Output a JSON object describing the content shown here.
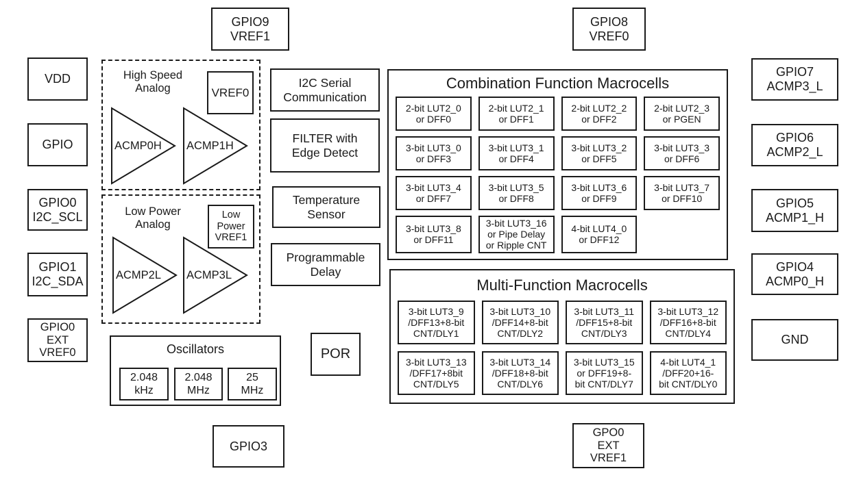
{
  "pins": {
    "top": [
      "GPIO9\nVREF1",
      "GPIO8\nVREF0"
    ],
    "left": [
      "VDD",
      "GPIO",
      "GPIO0\nI2C_SCL",
      "GPIO1\nI2C_SDA",
      "GPIO0\nEXT\nVREF0"
    ],
    "right": [
      "GPIO7\nACMP3_L",
      "GPIO6\nACMP2_L",
      "GPIO5\nACMP1_H",
      "GPIO4\nACMP0_H",
      "GND"
    ],
    "bottom": [
      "GPIO3",
      "GPO0\nEXT\nVREF1"
    ]
  },
  "analog": {
    "high_speed": {
      "label": "High Speed\nAnalog",
      "vref": "VREF0",
      "comparators": [
        "ACMP0H",
        "ACMP1H"
      ]
    },
    "low_power": {
      "label": "Low Power\nAnalog",
      "vref": "Low\nPower\nVREF1",
      "comparators": [
        "ACMP2L",
        "ACMP3L"
      ]
    }
  },
  "peripherals": {
    "i2c": "I2C Serial\nCommunication",
    "filter": "FILTER with\nEdge Detect",
    "temp_sensor": "Temperature\nSensor",
    "prog_delay": "Programmable\nDelay",
    "por": "POR"
  },
  "oscillators": {
    "title": "Oscillators",
    "items": [
      "2.048\nkHz",
      "2.048\nMHz",
      "25\nMHz"
    ]
  },
  "combination": {
    "title": "Combination Function Macrocells",
    "cells": [
      "2-bit LUT2_0\nor DFF0",
      "2-bit LUT2_1\nor DFF1",
      "2-bit LUT2_2\nor DFF2",
      "2-bit LUT2_3\nor PGEN",
      "3-bit LUT3_0\nor DFF3",
      "3-bit LUT3_1\nor DFF4",
      "3-bit LUT3_2\nor DFF5",
      "3-bit LUT3_3\nor DFF6",
      "3-bit LUT3_4\nor DFF7",
      "3-bit LUT3_5\nor DFF8",
      "3-bit LUT3_6\nor DFF9",
      "3-bit LUT3_7\nor DFF10",
      "3-bit LUT3_8\nor DFF11",
      "3-bit LUT3_16\nor Pipe Delay\nor Ripple CNT",
      "4-bit LUT4_0\nor DFF12"
    ]
  },
  "multi_function": {
    "title": "Multi-Function Macrocells",
    "cells": [
      "3-bit LUT3_9\n/DFF13+8-bit\nCNT/DLY1",
      "3-bit LUT3_10\n/DFF14+8-bit\nCNT/DLY2",
      "3-bit LUT3_11\n/DFF15+8-bit\nCNT/DLY3",
      "3-bit LUT3_12\n/DFF16+8-bit\nCNT/DLY4",
      "3-bit LUT3_13\n/DFF17+8bit\nCNT/DLY5",
      "3-bit LUT3_14\n/DFF18+8-bit\nCNT/DLY6",
      "3-bit LUT3_15\nor DFF19+8-\nbit CNT/DLY7",
      "4-bit LUT4_1\n/DFF20+16-\nbit CNT/DLY0"
    ]
  },
  "colors": {
    "line": "#1a1a1a",
    "background": "#ffffff"
  }
}
